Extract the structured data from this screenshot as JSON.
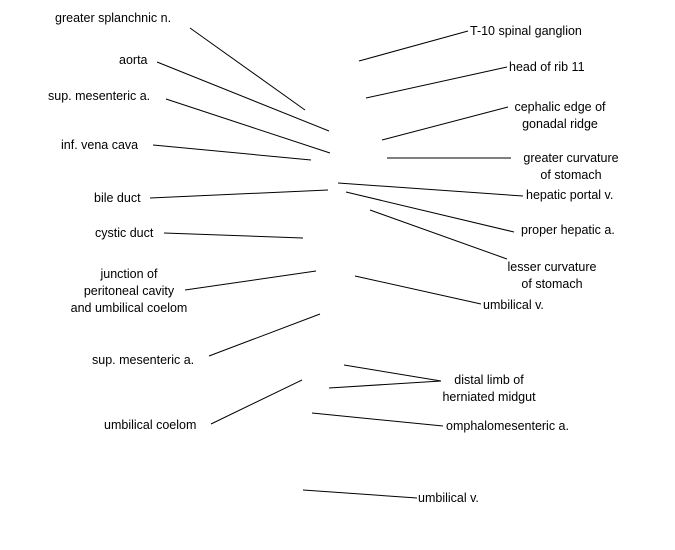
{
  "colors": {
    "background": "#ffffff",
    "ink": "#000000"
  },
  "labels": {
    "greater_splanchnic": "greater splanchnic n.",
    "aorta": "aorta",
    "sup_mesenteric_upper": "sup. mesenteric a.",
    "inf_vena_cava": "inf. vena cava",
    "bile_duct": "bile duct",
    "cystic_duct": "cystic duct",
    "junction_l1": "junction of",
    "junction_l2": "peritoneal cavity",
    "junction_l3": "and umbilical coelom",
    "sup_mesenteric_lower": "sup. mesenteric a.",
    "umbilical_coelom": "umbilical coelom",
    "t10_ganglion": "T-10 spinal ganglion",
    "head_rib": "head of rib 11",
    "cephalic_l1": "cephalic edge of",
    "cephalic_l2": "gonadal ridge",
    "greater_curv_l1": "greater curvature",
    "greater_curv_l2": "of stomach",
    "hepatic_portal": "hepatic portal v.",
    "proper_hepatic": "proper hepatic a.",
    "lesser_curv_l1": "lesser curvature",
    "lesser_curv_l2": "of stomach",
    "umbilical_v_upper": "umbilical v.",
    "distal_l1": "distal limb of",
    "distal_l2": "herniated midgut",
    "omphalomesenteric": "omphalomesenteric a.",
    "umbilical_v_lower": "umbilical v."
  }
}
